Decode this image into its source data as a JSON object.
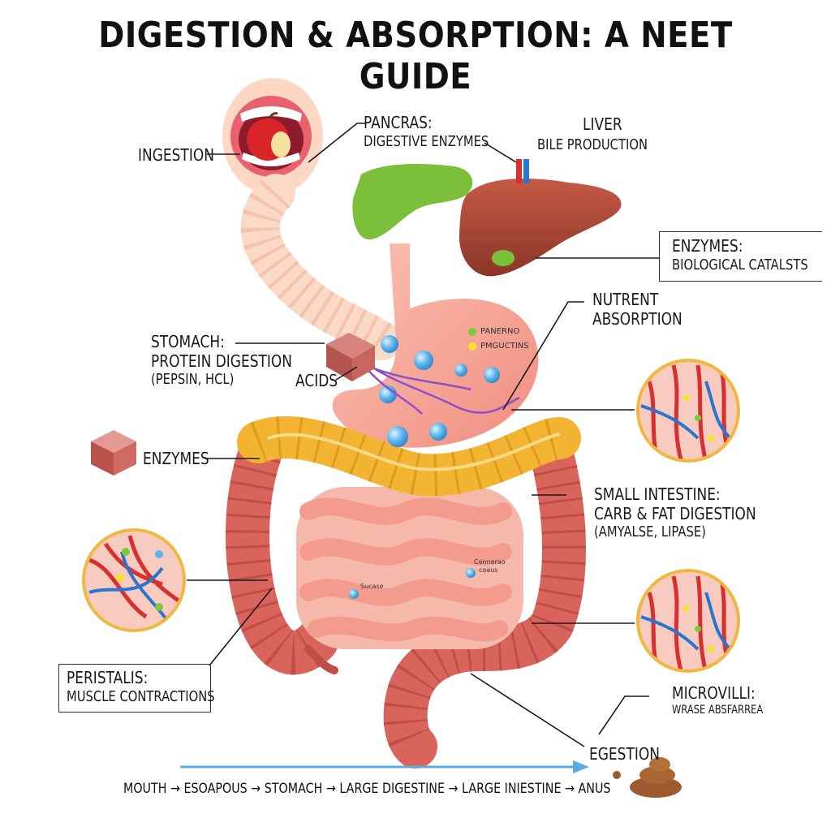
{
  "title": "DIGESTION & ABSORPTION: A NEET GUIDE",
  "labels": {
    "ingestion": "INGESTION",
    "pancreas_title": "PANCRAS:",
    "pancreas_sub": "DIGESTIVE ENZYMES",
    "liver_title": "LIVER",
    "liver_sub": "BILE PRODUCTION",
    "enzymes_box_title": "ENZYMES:",
    "enzymes_box_sub": "BIOLOGICAL CATALSTS",
    "nutrient_title": "NUTRENT",
    "nutrient_sub": "ABSORPTION",
    "stomach_title": "STOMACH:",
    "stomach_sub": "PROTEIN DIGESTION",
    "stomach_sub2": "(PEPSIN, HCL)",
    "acids": "ACIDS",
    "enzymes_left": "ENZYMES",
    "small_title": "SMALL INTESTINE:",
    "small_sub": "CARB & FAT DIGESTION",
    "small_sub2": "(AMYALSE, LIPASE)",
    "peristalis_title": "PERISTALIS:",
    "peristalis_sub": "MUSCLE CONTRACTIONS",
    "microvilli_title": "MICROVILLI:",
    "microvilli_sub": "WRASE ABSFARREA",
    "egestion": "EGESTION",
    "stomach_key_1": "PANERNO",
    "stomach_key_2": "PMGUCTINS",
    "intestine_tag_1": "Cennerao",
    "intestine_tag_2": "coaus",
    "intestine_tag_3": "Sucase"
  },
  "flow": "MOUTH → ESOAPOUS → STOMACH → LARGE DIGESTINE → LARGE INIESTINE → ANUS",
  "colors": {
    "intestine": "#f3a79c",
    "colon": "#d9645c",
    "omentum": "#f2b431",
    "liver": "#a94a3c",
    "gallbladder": "#7cbf3a",
    "stomach": "#f6a89a",
    "bubble": "#5ab4ec",
    "arrow": "#5fa8e0",
    "circle_ring": "#f0b840"
  }
}
